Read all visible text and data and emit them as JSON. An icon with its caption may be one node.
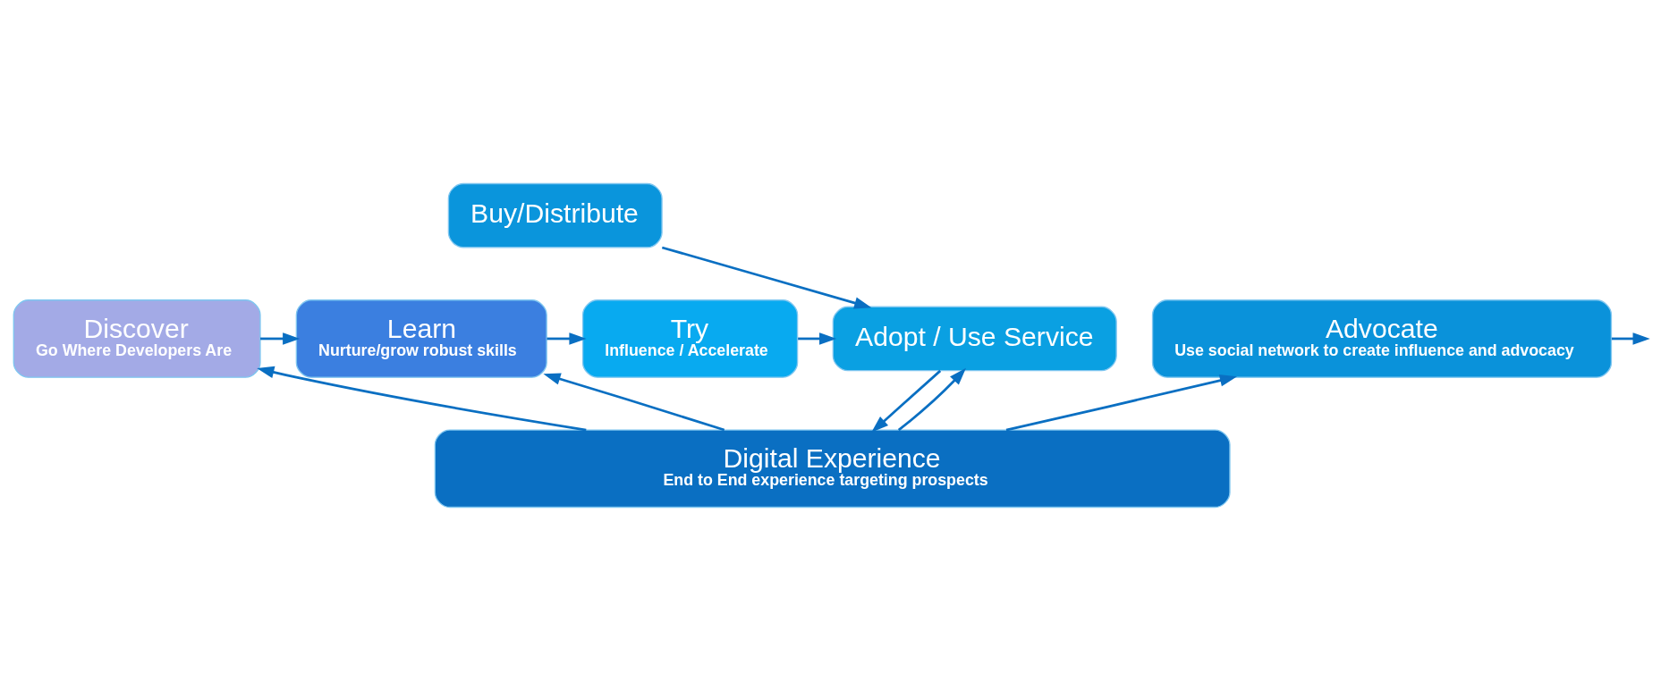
{
  "diagram": {
    "nodes": [
      {
        "text": [
          "Discover",
          "Go Where Developers Are"
        ]
      },
      {
        "text": [
          "Learn",
          "Nurture/grow robust skills"
        ]
      },
      {
        "text": [
          "Try",
          "Influence / Accelerate"
        ]
      },
      {
        "text": [
          "Buy/Distribute"
        ]
      },
      {
        "text": [
          "Adopt / Use Service"
        ]
      },
      {
        "text": [
          "Advocate",
          "Use social network to create influence and advocacy"
        ]
      },
      {
        "text": [
          "Digital Experience",
          "End to End experience targeting prospects"
        ]
      }
    ],
    "edges": [
      {
        "from": 0,
        "to": 1,
        "arrow": "to"
      },
      {
        "from": 1,
        "to": 2,
        "arrow": "to"
      },
      {
        "from": 2,
        "to": 4,
        "arrow": "to"
      },
      {
        "from": 3,
        "to": 4,
        "arrow": "to"
      },
      {
        "from": 4,
        "to": 6,
        "arrow": "to"
      },
      {
        "from": 6,
        "to": 0,
        "arrow": "to"
      },
      {
        "from": 6,
        "to": 1,
        "arrow": "to"
      },
      {
        "from": 6,
        "to": 4,
        "arrow": "to"
      },
      {
        "from": 6,
        "to": 5,
        "arrow": "to"
      },
      {
        "from": 5,
        "to": null,
        "arrow": "to"
      }
    ]
  }
}
